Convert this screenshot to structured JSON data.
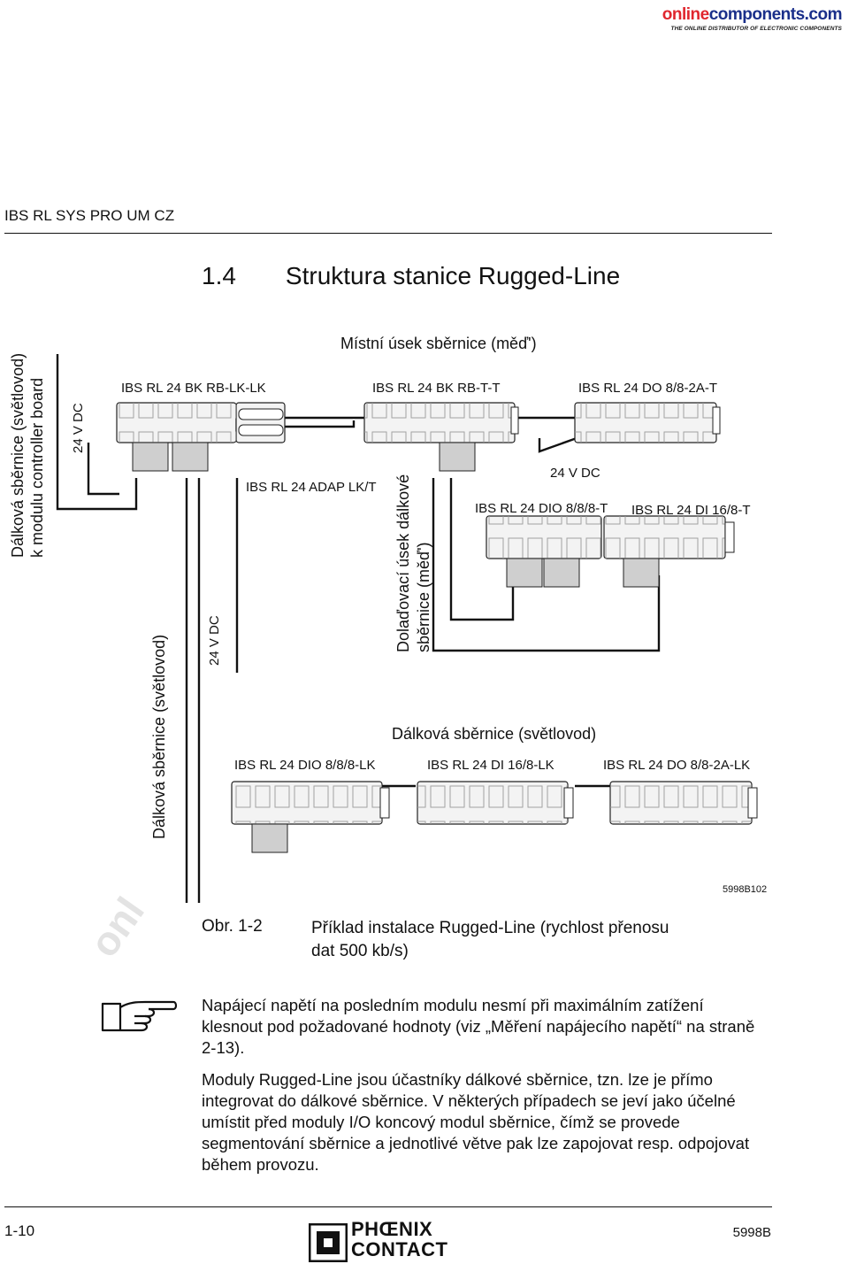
{
  "brand": {
    "name_part1": "online",
    "name_part2": "components.com",
    "tagline": "THE ONLINE DISTRIBUTOR OF ELECTRONIC COMPONENTS"
  },
  "header": {
    "doc_id": "IBS RL SYS PRO UM CZ"
  },
  "section": {
    "title": "1.4  Struktura stanice Rugged-Line"
  },
  "diagram": {
    "local_bus_label": "Místní úsek sběrnice (měď')",
    "remote_bus_label": "Dálková sběrnice (světlovod)",
    "left_vertical_line1": "Dálková sběrnice (světlovod)",
    "left_vertical_line2": "k modulu controller board",
    "left_24v": "24 V DC",
    "remote_vertical": "Dálková sběrnice (světlovod)",
    "remote_24v": "24 V DC",
    "ext_vertical_line1": "Dolaďovací úsek dálkové",
    "ext_vertical_line2": "sběrnice (měď')",
    "mid_24v": "24 V DC",
    "modules": {
      "bk_rb_lk_lk": "IBS RL 24 BK RB-LK-LK",
      "bk_rb_t_t": "IBS RL 24 BK RB-T-T",
      "do_8_8_2a_t": "IBS RL 24 DO 8/8-2A-T",
      "adap_lk_t": "IBS RL 24 ADAP LK/T",
      "dio_8_8_8_t": "IBS RL 24 DIO 8/8/8-T",
      "di_16_8_t": "IBS RL 24 DI 16/8-T",
      "dio_8_8_8_lk": "IBS RL 24 DIO 8/8/8-LK",
      "di_16_8_lk": "IBS RL 24 DI 16/8-LK",
      "do_8_8_2a_lk": "IBS RL 24 DO 8/8-2A-LK"
    },
    "figure_code": "5998B102"
  },
  "caption": {
    "number": "Obr. 1-2",
    "text": "Příklad instalace Rugged-Line (rychlost přenosu dat 500 kb/s)"
  },
  "watermark": "onl",
  "note": {
    "icon": "pointing-hand-icon",
    "para1": "Napájecí napětí na posledním modulu nesmí při maximálním zatížení klesnout pod požadované hodnoty (viz „Měření napájecího napětí“ na straně 2-13).",
    "para2": "Moduly Rugged-Line jsou účastníky dálkové sběrnice, tzn. lze je přímo integrovat do dálkové sběrnice. V některých případech se jeví jako účelné umístit před moduly I/O koncový modul sběrnice, čímž se provede segmentování sběrnice a jednotlivé větve pak lze zapojovat resp. odpojovat během provozu."
  },
  "footer": {
    "page": "1-10",
    "logo_line1": "PHŒNIX",
    "logo_line2": "CONTACT",
    "code": "5998B"
  },
  "colors": {
    "brand_red": "#e0262e",
    "brand_blue": "#1a2f8a",
    "text": "#111111",
    "module_fill": "#f2f2f2"
  }
}
